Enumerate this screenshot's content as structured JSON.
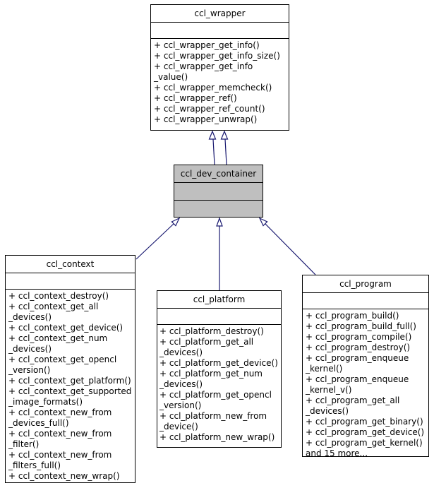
{
  "colors": {
    "arrow": "#191970",
    "border": "#000000",
    "highlighted_box_fill": "#bfbfbf",
    "box_fill": "#ffffff"
  },
  "classes": {
    "wrapper": {
      "name": "ccl_wrapper",
      "methods": [
        "+ ccl_wrapper_get_info()",
        "+ ccl_wrapper_get_info_size()",
        "+ ccl_wrapper_get_info_value()",
        "+ ccl_wrapper_memcheck()",
        "+ ccl_wrapper_ref()",
        "+ ccl_wrapper_ref_count()",
        "+ ccl_wrapper_unwrap()"
      ]
    },
    "dev_container": {
      "name": "ccl_dev_container",
      "methods": []
    },
    "context": {
      "name": "ccl_context",
      "methods": [
        "+ ccl_context_destroy()",
        "+ ccl_context_get_all_devices()",
        "+ ccl_context_get_device()",
        "+ ccl_context_get_num_devices()",
        "+ ccl_context_get_opencl_version()",
        "+ ccl_context_get_platform()",
        "+ ccl_context_get_supported_image_formats()",
        "+ ccl_context_new_from_devices_full()",
        "+ ccl_context_new_from_filter()",
        "+ ccl_context_new_from_filters_full()",
        "+ ccl_context_new_wrap()"
      ]
    },
    "platform": {
      "name": "ccl_platform",
      "methods": [
        "+ ccl_platform_destroy()",
        "+ ccl_platform_get_all_devices()",
        "+ ccl_platform_get_device()",
        "+ ccl_platform_get_num_devices()",
        "+ ccl_platform_get_opencl_version()",
        "+ ccl_platform_new_from_device()",
        "+ ccl_platform_new_wrap()"
      ]
    },
    "program": {
      "name": "ccl_program",
      "methods": [
        "+ ccl_program_build()",
        "+ ccl_program_build_full()",
        "+ ccl_program_compile()",
        "+ ccl_program_destroy()",
        "+ ccl_program_enqueue_kernel()",
        "+ ccl_program_enqueue_kernel_v()",
        "+ ccl_program_get_all_devices()",
        "+ ccl_program_get_binary()",
        "+ ccl_program_get_device()",
        "+ ccl_program_get_kernel()",
        "and 15 more..."
      ]
    }
  },
  "relations": [
    {
      "from": "ccl_dev_container",
      "to": "ccl_wrapper",
      "type": "inheritance"
    },
    {
      "from": "ccl_dev_container",
      "to": "ccl_wrapper",
      "type": "inheritance"
    },
    {
      "from": "ccl_context",
      "to": "ccl_dev_container",
      "type": "inheritance"
    },
    {
      "from": "ccl_platform",
      "to": "ccl_dev_container",
      "type": "inheritance"
    },
    {
      "from": "ccl_program",
      "to": "ccl_dev_container",
      "type": "inheritance"
    }
  ]
}
